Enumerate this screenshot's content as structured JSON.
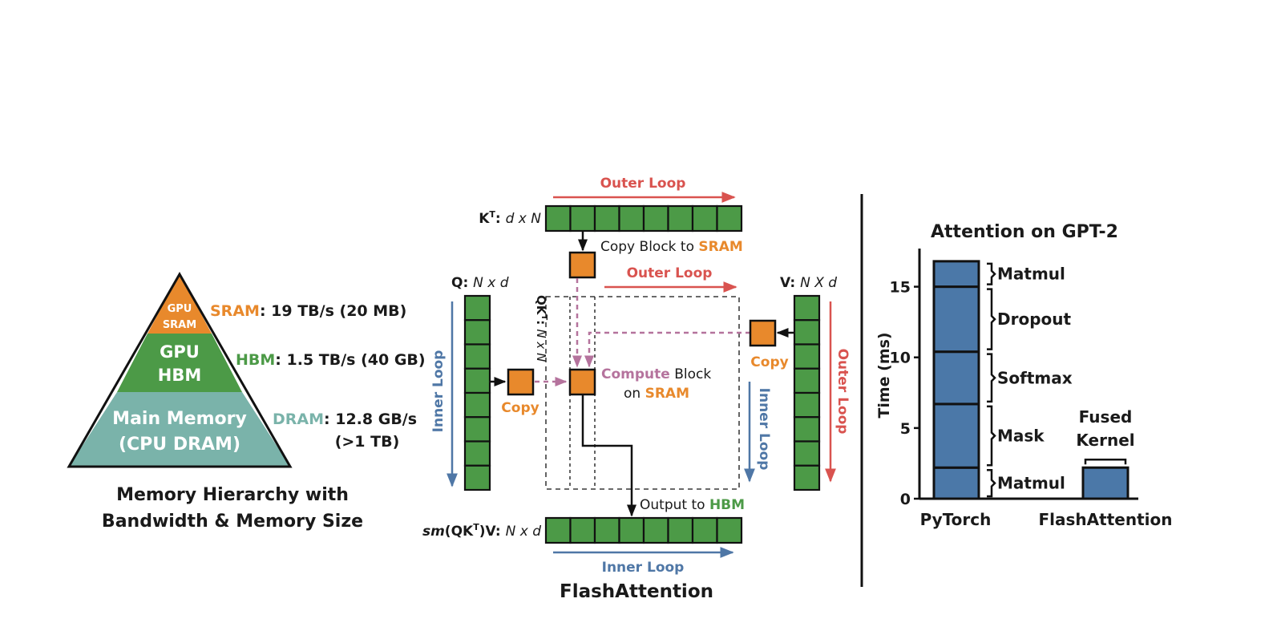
{
  "colors": {
    "sram": "#e8892c",
    "hbm": "#4c9a47",
    "dram": "#7ab3aa",
    "green_block": "#4c9a47",
    "orange_block": "#e8892c",
    "outer_loop": "#d9534f",
    "inner_loop": "#4f77a6",
    "compute_dash": "#b5739d",
    "bar": "#4b78a8"
  },
  "pyramid": {
    "top_label": [
      "GPU",
      "SRAM"
    ],
    "mid_label": [
      "GPU",
      "HBM"
    ],
    "bottom_label": [
      "Main Memory",
      "(CPU DRAM)"
    ],
    "sram_name": "SRAM",
    "sram_spec": ": 19 TB/s (20 MB)",
    "hbm_name": "HBM",
    "hbm_spec": ": 1.5 TB/s (40 GB)",
    "dram_name": "DRAM",
    "dram_spec": ": 12.8 GB/s",
    "dram_spec2": "(>1 TB)",
    "caption": [
      "Memory Hierarchy with",
      "Bandwidth & Memory Size"
    ]
  },
  "flash": {
    "outer_loop_top": "Outer Loop",
    "outer_loop_mid": "Outer Loop",
    "outer_loop_right": "Outer Loop",
    "inner_loop_left": "Inner Loop",
    "inner_loop_right": "Inner Loop",
    "inner_loop_bottom": "Inner Loop",
    "kt_name": "K",
    "kt_sup": "T",
    "kt_dims": "d x N",
    "q_name": "Q",
    "q_dims": "N x d",
    "v_name": "V",
    "v_dims": "N X d",
    "qkt_name": "QK",
    "qkt_sup": "T",
    "qkt_dims": "N x N",
    "out_prefix": "sm",
    "out_name": "(QK",
    "out_sup": "T",
    "out_suffix": ")V",
    "out_dims": "N x d",
    "copy_block_text": "Copy Block to ",
    "copy_block_sram": "SRAM",
    "copy_left": "Copy",
    "copy_right": "Copy",
    "compute_word": "Compute",
    "compute_rest": " Block",
    "compute_on": "on ",
    "compute_sram": "SRAM",
    "output_text": "Output to ",
    "output_hbm": "HBM",
    "title": "FlashAttention"
  },
  "chart_data": {
    "type": "bar",
    "title": "Attention on GPT-2",
    "ylabel": "Time (ms)",
    "xlabel": "",
    "ylim": [
      0,
      17.7
    ],
    "yticks": [
      0,
      5,
      10,
      15
    ],
    "categories": [
      "PyTorch",
      "FlashAttention"
    ],
    "stacks": [
      {
        "category": "PyTorch",
        "segments": [
          {
            "name": "Matmul",
            "value": 2.2
          },
          {
            "name": "Mask",
            "value": 4.5
          },
          {
            "name": "Softmax",
            "value": 3.7
          },
          {
            "name": "Dropout",
            "value": 4.6
          },
          {
            "name": "Matmul",
            "value": 1.8
          }
        ]
      },
      {
        "category": "FlashAttention",
        "segments": [
          {
            "name": "Fused Kernel",
            "value": 2.2
          }
        ]
      }
    ],
    "fused_label": [
      "Fused",
      "Kernel"
    ]
  }
}
